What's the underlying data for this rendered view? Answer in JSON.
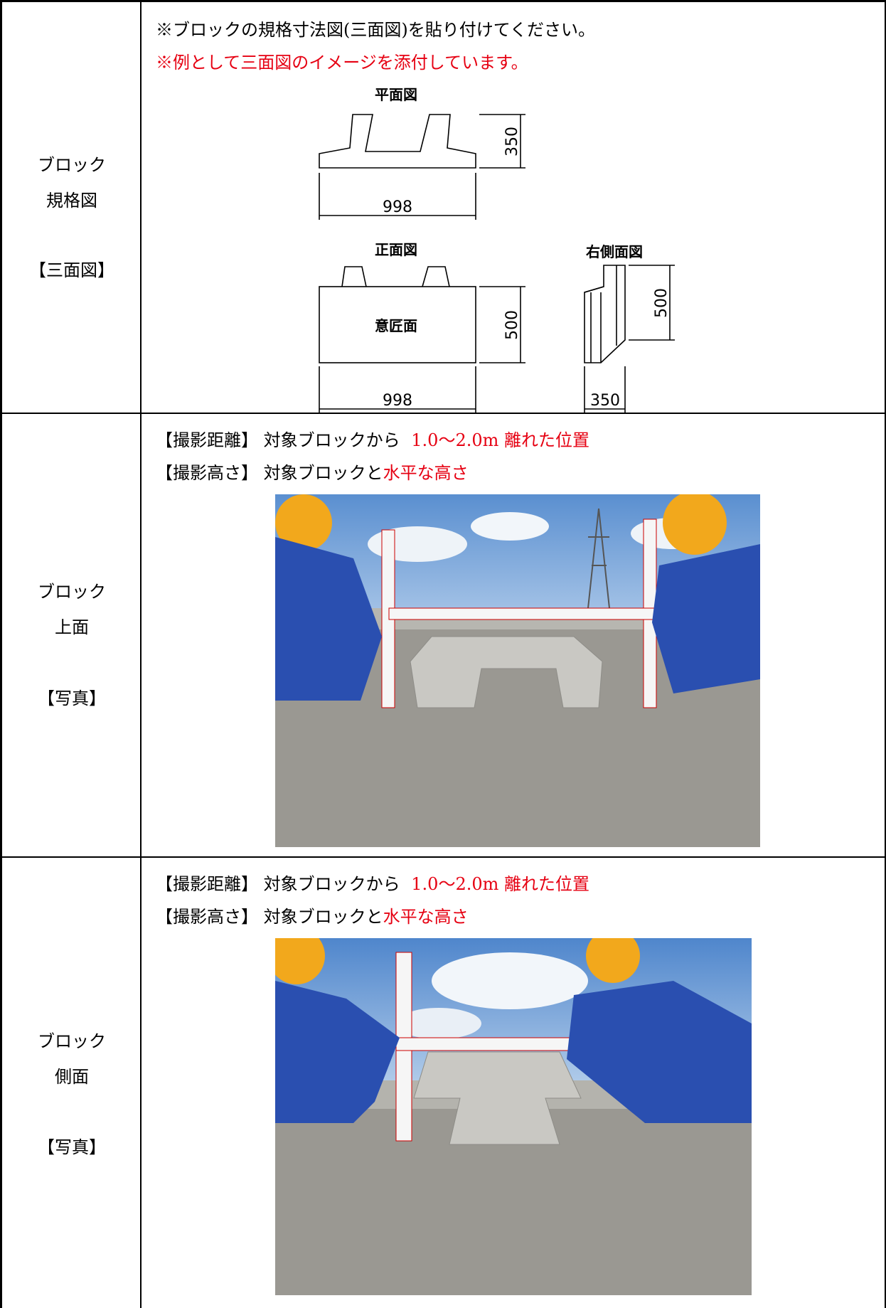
{
  "rows": {
    "spec": {
      "label_line1": "ブロック",
      "label_line2": "規格図",
      "label_line3": "【三面図】",
      "instruction": "※ブロックの規格寸法図(三面図)を貼り付けてください。",
      "note": "※例として三面図のイメージを添付しています。",
      "drawing": {
        "plan_title": "平面図",
        "plan_width": "998",
        "plan_depth": "350",
        "front_title": "正面図",
        "front_face": "意匠面",
        "front_height": "500",
        "front_width": "998",
        "side_title": "右側面図",
        "side_height": "500",
        "side_width": "350"
      }
    },
    "top": {
      "label_line1": "ブロック",
      "label_line2": "上面",
      "label_line3": "【写真】",
      "distance_key": "【撮影距離】",
      "distance_text": "対象ブロックから",
      "distance_value": "1.0〜2.0m 離れた位置",
      "height_key": "【撮影高さ】",
      "height_text": "対象ブロックと",
      "height_value": "水平な高さ"
    },
    "side": {
      "label_line1": "ブロック",
      "label_line2": "側面",
      "label_line3": "【写真】",
      "distance_key": "【撮影距離】",
      "distance_text": "対象ブロックから",
      "distance_value": "1.0〜2.0m 離れた位置",
      "height_key": "【撮影高さ】",
      "height_text": "対象ブロックと",
      "height_value": "水平な高さ"
    }
  },
  "colors": {
    "accent_red": "#e60012",
    "border": "#000000",
    "sky": "#6f9ed6",
    "ground": "#9a9892",
    "concrete": "#c9c8c3",
    "helmet": "#f2a81c",
    "uniform": "#2a4fb0"
  }
}
